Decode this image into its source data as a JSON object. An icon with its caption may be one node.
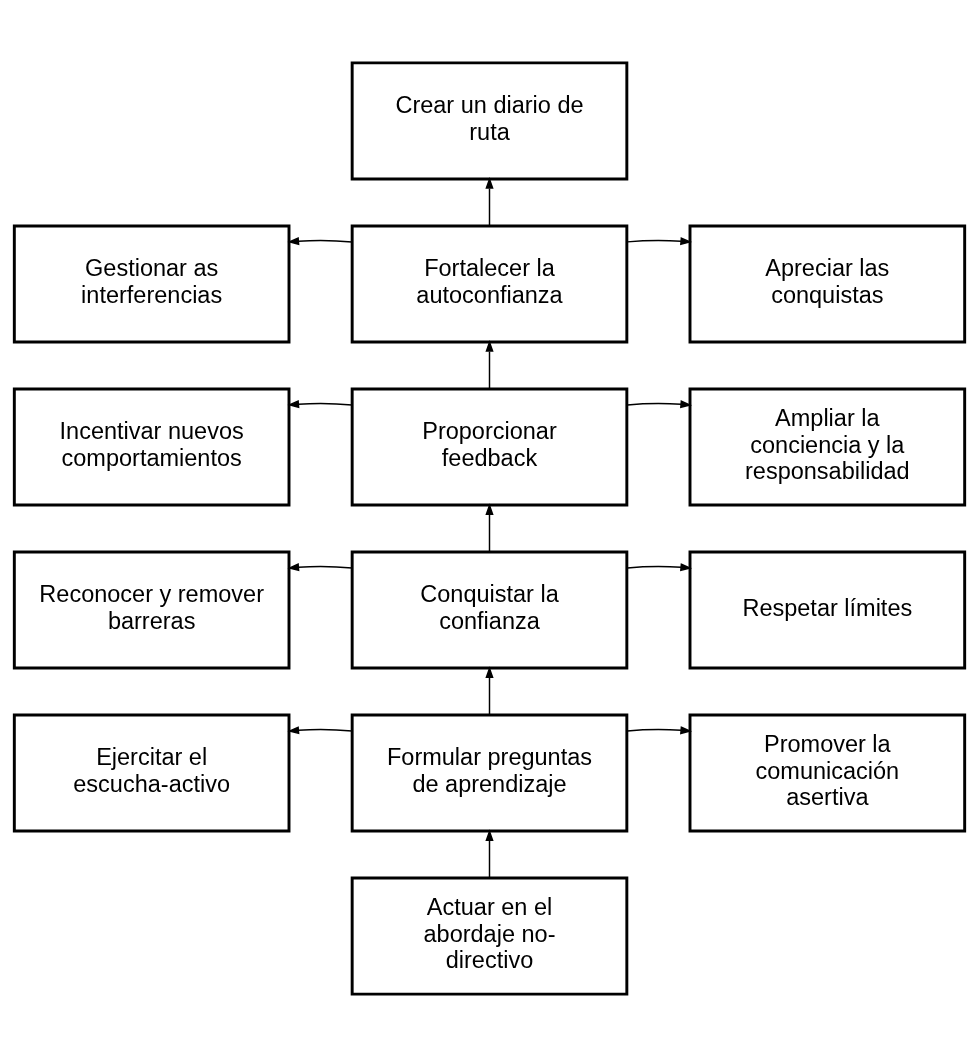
{
  "diagram": {
    "nodes": [
      {
        "text": [
          "Crear un diario de ruta"
        ]
      },
      {
        "text": [
          "Gestionar as interferencias"
        ]
      },
      {
        "text": [
          "Fortalecer la autoconfianza"
        ]
      },
      {
        "text": [
          "Apreciar las conquistas"
        ]
      },
      {
        "text": [
          "Incentivar nuevos comportamientos"
        ]
      },
      {
        "text": [
          "Proporcionar feedback"
        ]
      },
      {
        "text": [
          "Ampliar la conciencia y la responsabilidad"
        ]
      },
      {
        "text": [
          "Reconocer y remover barreras"
        ]
      },
      {
        "text": [
          "Conquistar la confianza"
        ]
      },
      {
        "text": [
          "Respetar límites"
        ]
      },
      {
        "text": [
          "Ejercitar el escucha-activo"
        ]
      },
      {
        "text": [
          "Formular preguntas de aprendizaje"
        ]
      },
      {
        "text": [
          "Promover la comunicación asertiva"
        ]
      },
      {
        "text": [
          "Actuar en el abordaje no-directivo"
        ]
      }
    ],
    "edges": [
      {
        "from": 13,
        "to": 11,
        "arrow": "to"
      },
      {
        "from": 11,
        "to": 10,
        "arrow": "to"
      },
      {
        "from": 11,
        "to": 12,
        "arrow": "to"
      },
      {
        "from": 11,
        "to": 8,
        "arrow": "to"
      },
      {
        "from": 8,
        "to": 7,
        "arrow": "to"
      },
      {
        "from": 8,
        "to": 9,
        "arrow": "to"
      },
      {
        "from": 8,
        "to": 5,
        "arrow": "to"
      },
      {
        "from": 5,
        "to": 4,
        "arrow": "to"
      },
      {
        "from": 5,
        "to": 6,
        "arrow": "to"
      },
      {
        "from": 5,
        "to": 2,
        "arrow": "to"
      },
      {
        "from": 2,
        "to": 1,
        "arrow": "to"
      },
      {
        "from": 2,
        "to": 3,
        "arrow": "to"
      },
      {
        "from": 2,
        "to": 0,
        "arrow": "to"
      }
    ]
  }
}
